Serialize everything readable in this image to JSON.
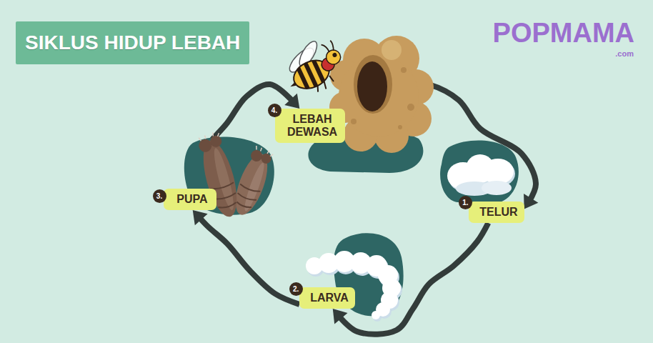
{
  "diagram": {
    "title": "SIKLUS HIDUP LEBAH",
    "nodes": [
      {
        "text": [
          "1.",
          "TELUR"
        ]
      },
      {
        "text": [
          "2.",
          "LARVA"
        ]
      },
      {
        "text": [
          "3.",
          "PUPA"
        ]
      },
      {
        "text": [
          "4.",
          "LEBAH DEWASA"
        ]
      }
    ],
    "edges": [
      {
        "from": 0,
        "to": 1,
        "arrow": "to"
      },
      {
        "from": 1,
        "to": 2,
        "arrow": "to"
      },
      {
        "from": 2,
        "to": 3,
        "arrow": "to"
      },
      {
        "from": 3,
        "to": 0,
        "arrow": "to"
      }
    ],
    "labels": [
      "POPMAMA",
      ".com"
    ]
  }
}
